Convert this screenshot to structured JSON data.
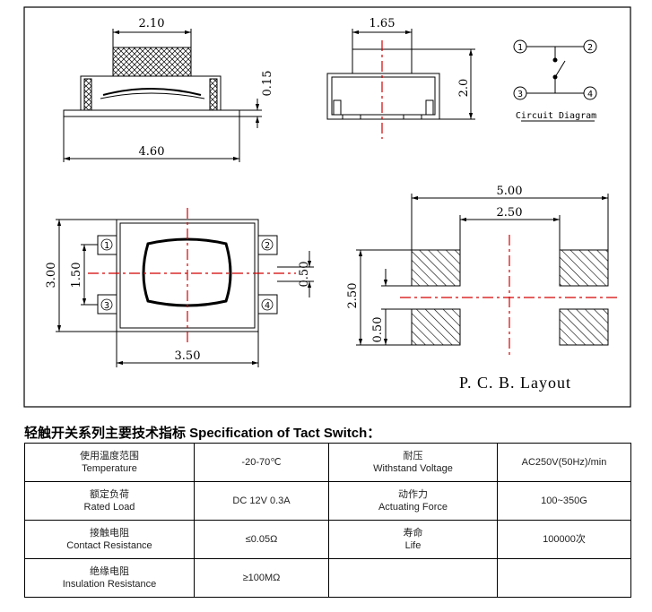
{
  "drawing": {
    "side_view": {
      "top_width": "2.10",
      "total_width": "4.60",
      "gap": "0.15"
    },
    "front_view": {
      "stem_width": "1.65",
      "height": "2.0"
    },
    "circuit": {
      "terminals": [
        "1",
        "2",
        "3",
        "4"
      ],
      "caption": "Circuit Diagram"
    },
    "top_view": {
      "body_height": "3.00",
      "pin_pitch": "1.50",
      "pin_width": "0.50",
      "body_width": "3.50",
      "terminals": [
        "1",
        "2",
        "3",
        "4"
      ]
    },
    "pcb_layout": {
      "outer_width": "5.00",
      "inner_width": "2.50",
      "outer_height": "2.50",
      "pad_gap": "0.50",
      "caption": "P. C. B. Layout"
    }
  },
  "spec": {
    "title": "轻触开关系列主要技术指标 Specification of Tact Switch：",
    "rows": [
      [
        {
          "cn": "使用温度范围",
          "en": "Temperature"
        },
        {
          "value": "-20-70℃"
        },
        {
          "cn": "耐压",
          "en": "Withstand Voltage"
        },
        {
          "value": "AC250V(50Hz)/min"
        }
      ],
      [
        {
          "cn": "额定负荷",
          "en": "Rated Load"
        },
        {
          "value": "DC 12V 0.3A"
        },
        {
          "cn": "动作力",
          "en": "Actuating Force"
        },
        {
          "value": "100~350G"
        }
      ],
      [
        {
          "cn": "接触电阻",
          "en": "Contact Resistance"
        },
        {
          "value": "≤0.05Ω"
        },
        {
          "cn": "寿命",
          "en": "Life"
        },
        {
          "value": "100000次"
        }
      ],
      [
        {
          "cn": "绝缘电阻",
          "en": "Insulation Resistance"
        },
        {
          "value": "≥100MΩ"
        },
        {
          "cn": "",
          "en": ""
        },
        {
          "value": ""
        }
      ]
    ]
  }
}
